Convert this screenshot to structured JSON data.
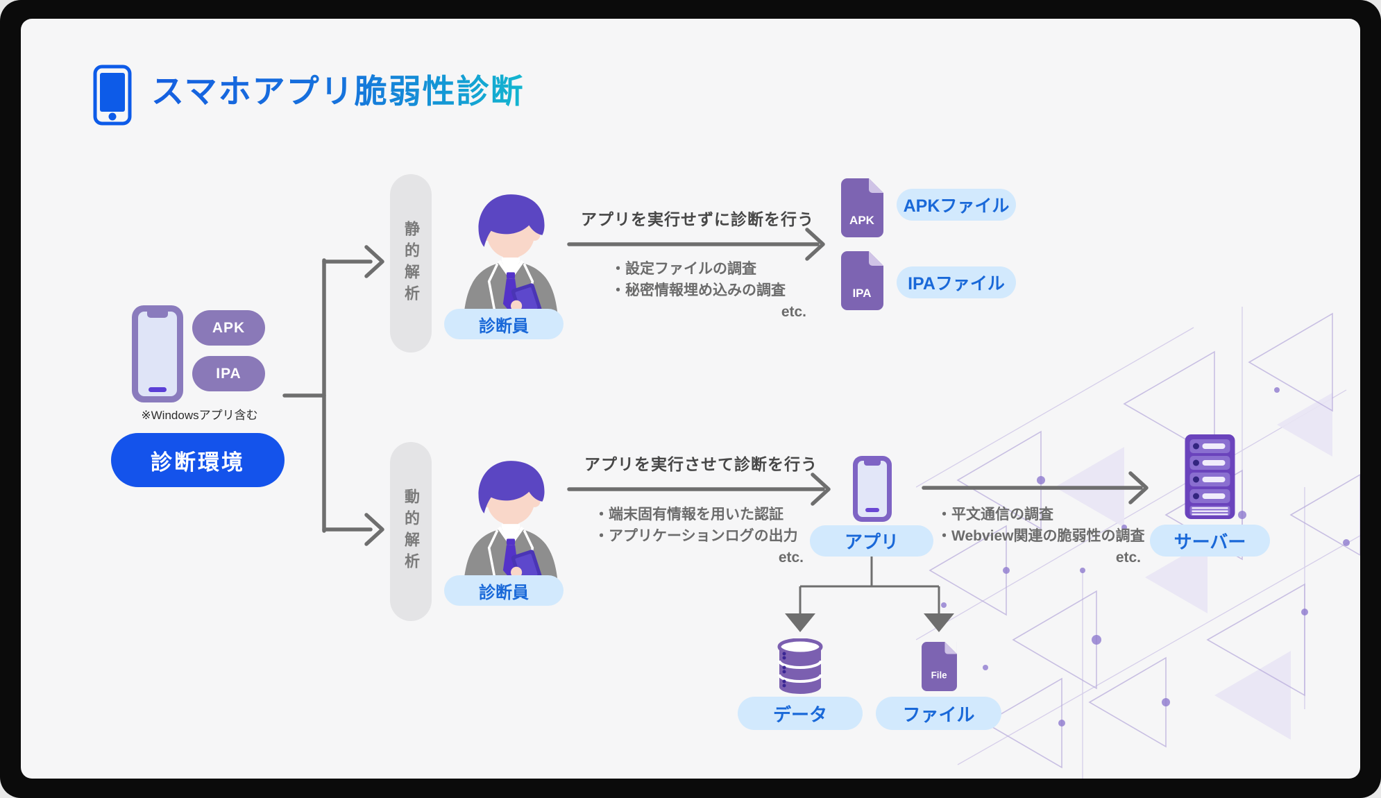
{
  "title": {
    "text": "スマホアプリ脆弱性診断"
  },
  "source": {
    "badges": [
      "APK",
      "IPA"
    ],
    "note": "※Windowsアプリ含む",
    "env_button_label": "診断環境"
  },
  "static_branch": {
    "lane_label": "静的解析",
    "person_label": "診断員",
    "heading": "アプリを実行せずに診断を行う",
    "bullets": [
      "・設定ファイルの調査",
      "・秘密情報埋め込みの調査"
    ],
    "etc_label": "etc.",
    "outputs": [
      {
        "icon_text": "APK",
        "label": "APKファイル"
      },
      {
        "icon_text": "IPA",
        "label": "IPAファイル"
      }
    ]
  },
  "dynamic_branch": {
    "lane_label": "動的解析",
    "person_label": "診断員",
    "heading": "アプリを実行させて診断を行う",
    "bullets": [
      "・端末固有情報を用いた認証",
      "・アプリケーションログの出力"
    ],
    "etc_label": "etc.",
    "app_label": "アプリ",
    "server_bullets": [
      "・平文通信の調査",
      "・Webview関連の脆弱性の調査"
    ],
    "server_etc_label": "etc.",
    "server_label": "サーバー",
    "data_label": "データ",
    "file_icon_text": "File",
    "file_label": "ファイル"
  },
  "colors": {
    "title_gradient_start": "#155fe0",
    "title_gradient_end": "#13b6cf",
    "accent_blue": "#1453eb",
    "badge_purple": "#8a79b8",
    "deep_purple": "#6a43bc",
    "label_pill_bg": "#d2e9fd",
    "label_pill_text": "#1968d8",
    "line_gray": "#6e6e6e",
    "lane_bg": "#e4e4e6"
  }
}
